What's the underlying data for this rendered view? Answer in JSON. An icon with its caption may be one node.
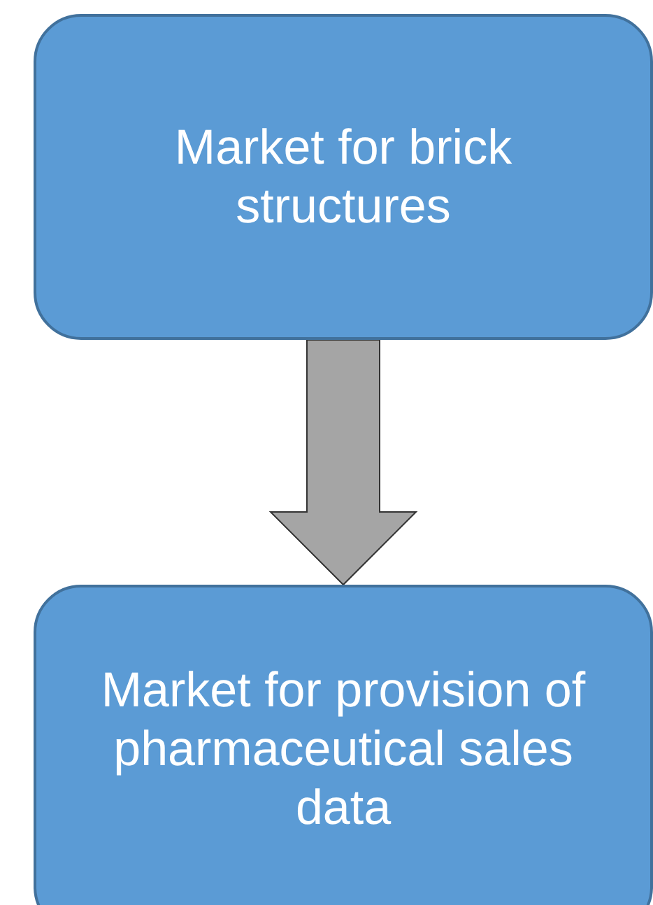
{
  "diagram": {
    "nodes": [
      {
        "text": [
          "Market for brick structures"
        ]
      },
      {
        "text": [
          "Market for provision of pharmaceutical sales data"
        ]
      }
    ],
    "edges": [
      {
        "from": 0,
        "to": 1,
        "arrow": "to",
        "style": "thick"
      }
    ]
  }
}
